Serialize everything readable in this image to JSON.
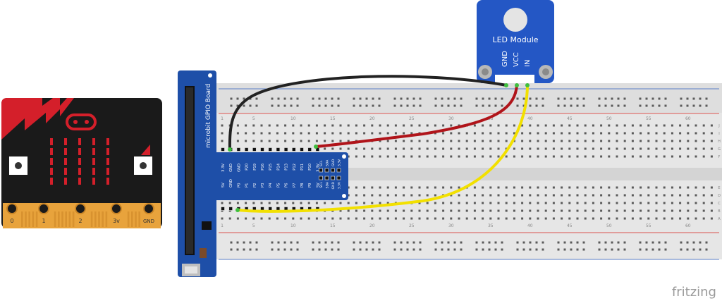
{
  "microbit": {
    "pins": [
      "0",
      "1",
      "2",
      "3v",
      "GND"
    ]
  },
  "gpio_board": {
    "title": "microbit GPIO Board",
    "top_pins": [
      "3.3V",
      "GND",
      "GND",
      "P20",
      "P19",
      "P16",
      "P15",
      "P14",
      "P13",
      "P12",
      "P11",
      "P10",
      "3.3V"
    ],
    "bottom_pins": [
      "5V",
      "GND",
      "P0",
      "P1",
      "P2",
      "P3",
      "P4",
      "P5",
      "P6",
      "P7",
      "P8",
      "P9",
      "5V"
    ],
    "i2c_pins": [
      "SCL",
      "SDA",
      "GND",
      "3.3V"
    ]
  },
  "led_module": {
    "title": "LED Module",
    "pins": [
      "GND",
      "VCC",
      "IN"
    ]
  },
  "breadboard": {
    "column_numbers": [
      "1",
      "5",
      "10",
      "15",
      "20",
      "25",
      "30",
      "35",
      "40",
      "45",
      "50",
      "55",
      "60"
    ],
    "row_letters": [
      "J",
      "I",
      "H",
      "G",
      "F",
      "E",
      "D",
      "C",
      "B",
      "A"
    ]
  },
  "brand": {
    "logo_text": "fritzing"
  },
  "colors": {
    "microbit_body": "#1a1a1a",
    "microbit_led": "#d41f2a",
    "microbit_pad": "#e8a33c",
    "gpio_board": "#1e4fa8",
    "led_module": "#2457c5",
    "wire_gnd": "#222222",
    "wire_vcc": "#b0141a",
    "wire_signal": "#f2e000",
    "breadboard_body": "#e6e6e6",
    "rail_red": "#d9534f",
    "rail_blue": "#5b7fc7"
  }
}
